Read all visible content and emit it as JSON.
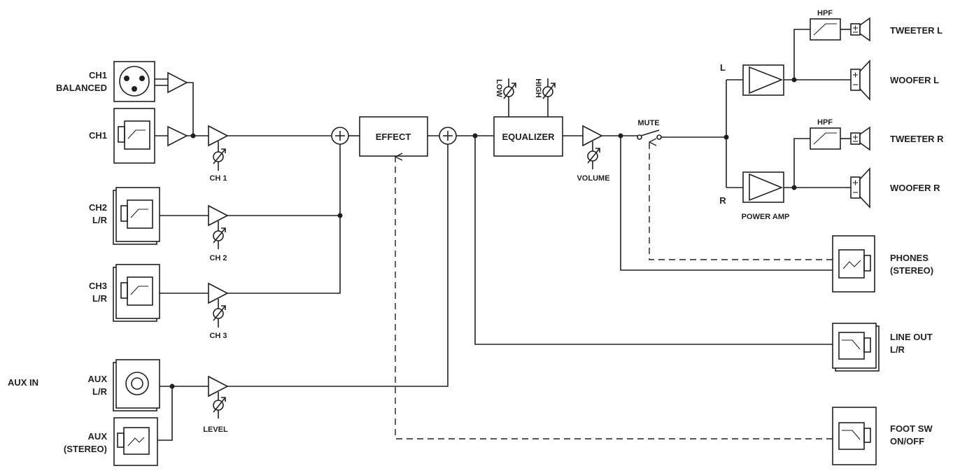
{
  "labels": {
    "ch1_balanced_1": "CH1",
    "ch1_balanced_2": "BALANCED",
    "ch1": "CH1",
    "ch2_1": "CH2",
    "ch2_2": "L/R",
    "ch3_1": "CH3",
    "ch3_2": "L/R",
    "aux_in": "AUX IN",
    "aux_lr_1": "AUX",
    "aux_lr_2": "L/R",
    "aux_stereo_1": "AUX",
    "aux_stereo_2": "(STEREO)",
    "knob_ch1": "CH 1",
    "knob_ch2": "CH 2",
    "knob_ch3": "CH 3",
    "knob_level": "LEVEL",
    "effect": "EFFECT",
    "equalizer": "EQUALIZER",
    "eq_low": "LOW",
    "eq_high": "HIGH",
    "volume": "VOLUME",
    "mute": "MUTE",
    "amp_l": "L",
    "amp_r": "R",
    "power_amp": "POWER AMP",
    "hpf_l": "HPF",
    "hpf_r": "HPF",
    "tweeter_l": "TWEETER L",
    "woofer_l": "WOOFER L",
    "tweeter_r": "TWEETER R",
    "woofer_r": "WOOFER R",
    "phones_1": "PHONES",
    "phones_2": "(STEREO)",
    "line_out_1": "LINE OUT",
    "line_out_2": "L/R",
    "foot_sw_1": "FOOT SW",
    "foot_sw_2": "ON/OFF"
  },
  "colors": {
    "ink": "#231f20",
    "background": "#ffffff"
  }
}
